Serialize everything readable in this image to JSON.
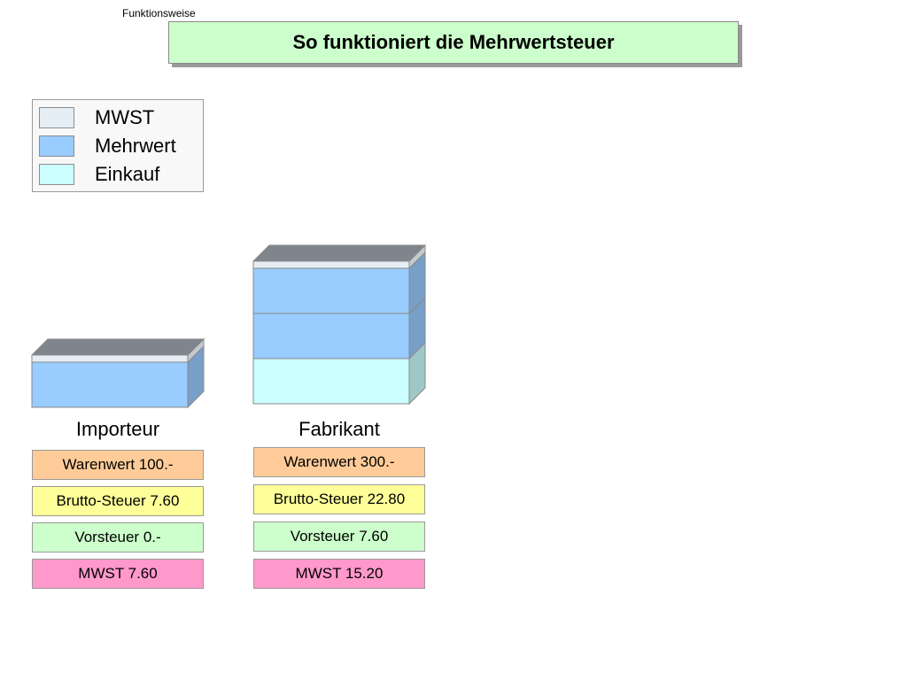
{
  "header": {
    "section_label": "Funktionsweise",
    "title": "So funktioniert die Mehrwertsteuer"
  },
  "legend": {
    "items": [
      {
        "label": "MWST",
        "color": "#e6eef5"
      },
      {
        "label": "Mehrwert",
        "color": "#99ccff"
      },
      {
        "label": "Einkauf",
        "color": "#ccffff"
      }
    ]
  },
  "colors": {
    "warenwert": "#ffcc99",
    "brutto": "#ffff99",
    "vorsteuer": "#ccffcc",
    "mwst": "#ff99cc",
    "block_top": "#7f858c",
    "mwst_layer": "#e6eef5"
  },
  "stages": [
    {
      "name": "Importeur",
      "layers": [
        "Mehrwert"
      ],
      "warenwert": "Warenwert 100.-",
      "brutto": "Brutto-Steuer 7.60",
      "vorsteuer": "Vorsteuer 0.-",
      "mwst": "MWST 7.60"
    },
    {
      "name": "Fabrikant",
      "layers": [
        "Einkauf",
        "Mehrwert",
        "Mehrwert"
      ],
      "warenwert": "Warenwert 300.-",
      "brutto": "Brutto-Steuer 22.80",
      "vorsteuer": "Vorsteuer 7.60",
      "mwst": "MWST 15.20"
    }
  ]
}
